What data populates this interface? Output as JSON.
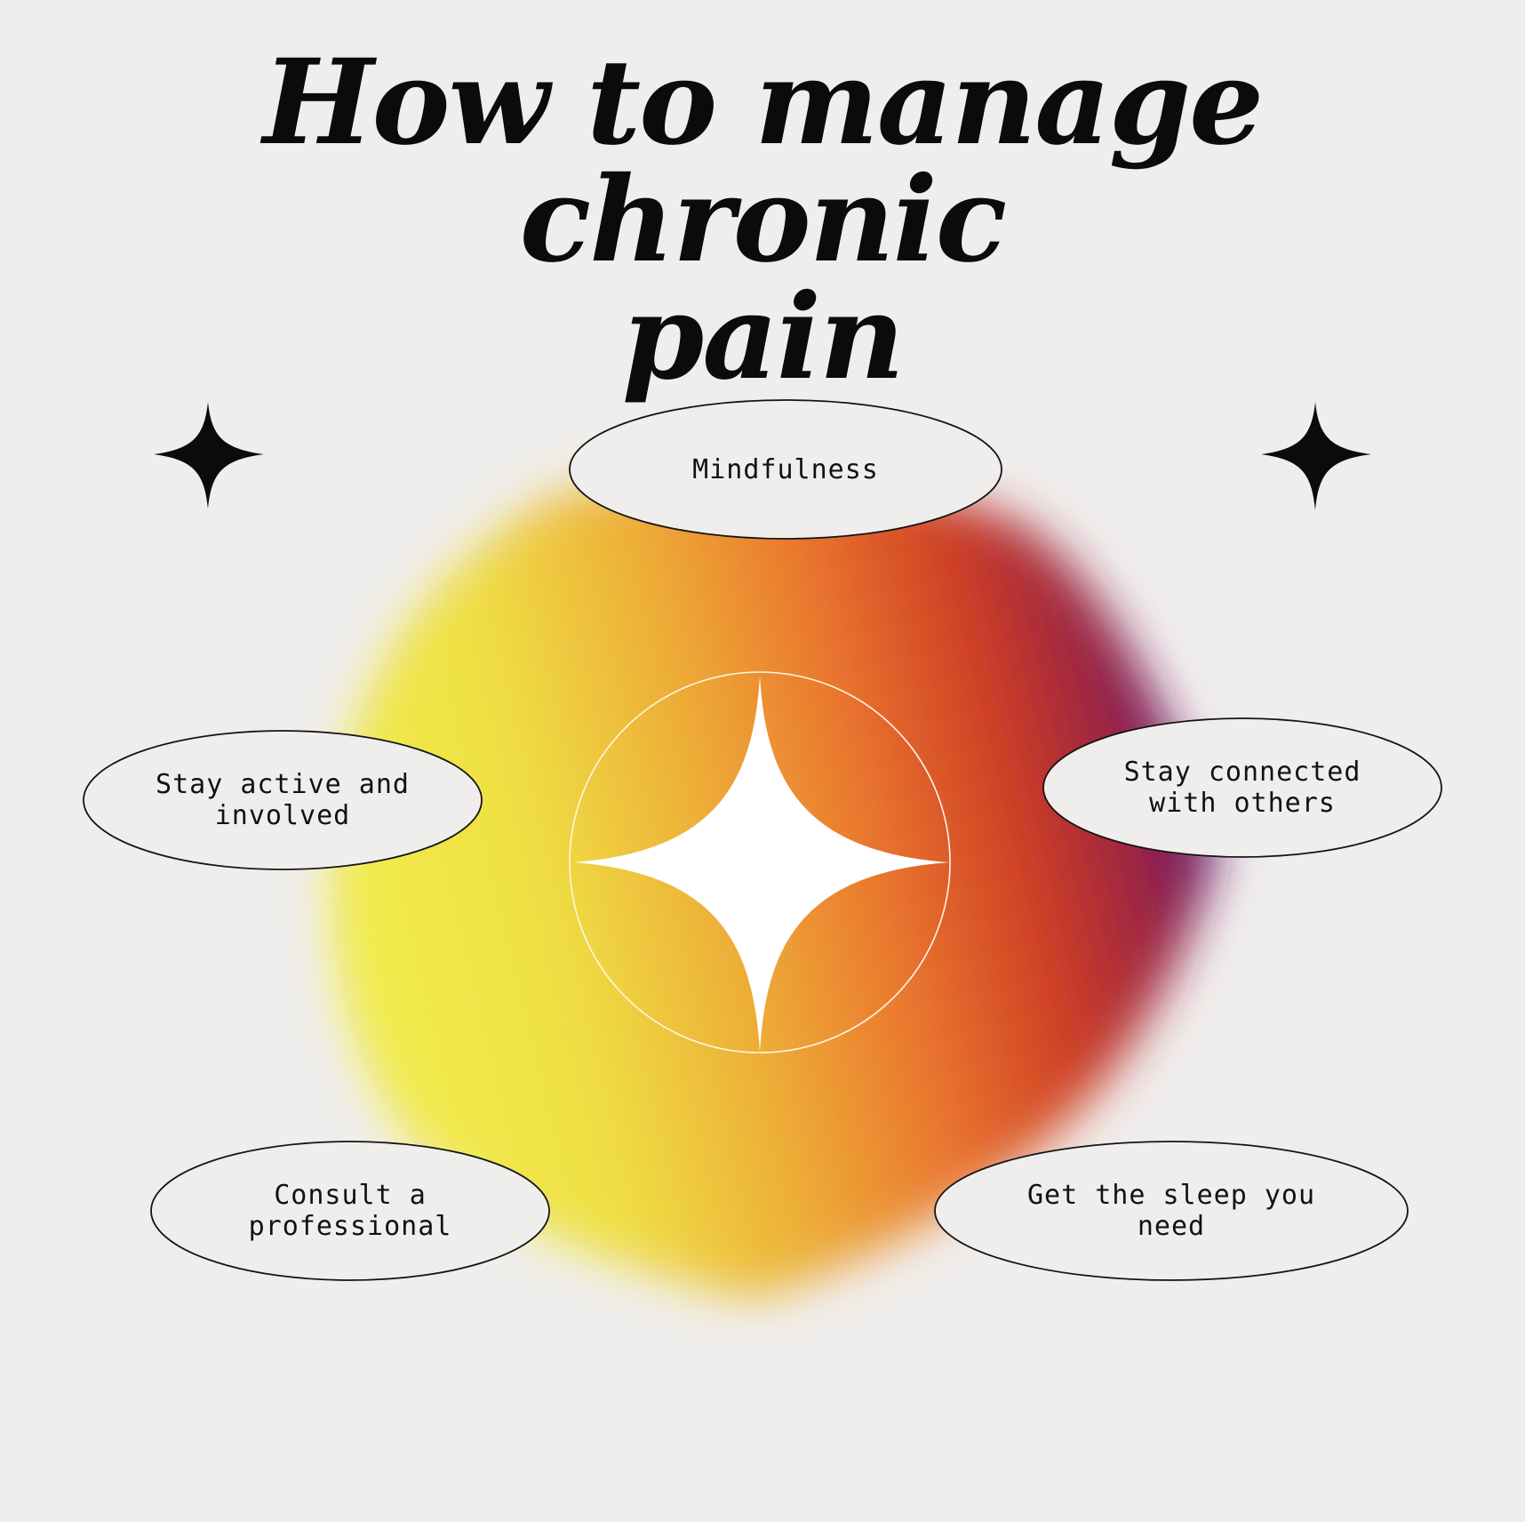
{
  "title": {
    "line1": "How to manage chronic",
    "line2": "pain"
  },
  "center_icon": "four-point-star-icon",
  "decor_icons": [
    "four-point-star-icon",
    "four-point-star-icon"
  ],
  "items": [
    {
      "label": "Mindfulness"
    },
    {
      "label": "Stay active and\ninvolved"
    },
    {
      "label": "Stay connected\nwith others"
    },
    {
      "label": "Consult a\nprofessional"
    },
    {
      "label": "Get the sleep you\nneed"
    }
  ],
  "colors": {
    "background": "#f0eeed",
    "gradient_yellow": "#f2e843",
    "gradient_orange": "#ee7a2a",
    "gradient_red": "#c8301e",
    "gradient_purple": "#3a1190",
    "ink": "#0b0b0b"
  }
}
